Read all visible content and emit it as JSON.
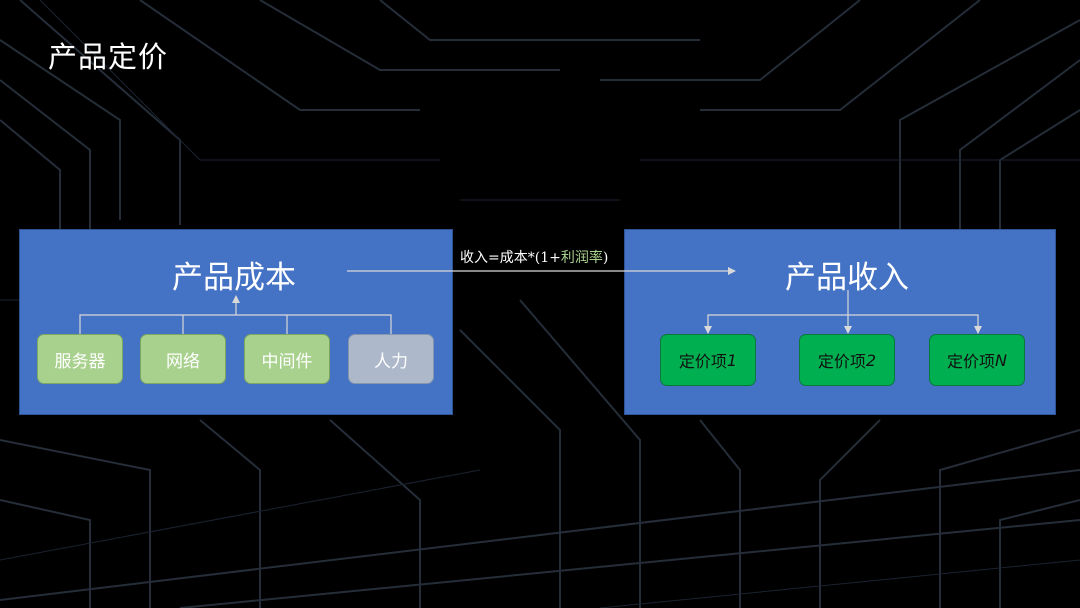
{
  "slide": {
    "title": "产品定价"
  },
  "cost": {
    "title": "产品成本",
    "items": [
      "服务器",
      "网络",
      "中间件",
      "人力"
    ]
  },
  "formula": {
    "prefix": "收入=成本*(1+",
    "highlight": "利润率",
    "suffix": ")"
  },
  "revenue": {
    "title": "产品收入",
    "items": [
      {
        "label": "定价项",
        "suffix": "1"
      },
      {
        "label": "定价项",
        "suffix": "2"
      },
      {
        "label": "定价项",
        "suffix": "N"
      }
    ]
  },
  "colors": {
    "panel": "#4472c4",
    "chip_green": "#a9d18e",
    "chip_gray": "#adb9ca",
    "chip_dark_green": "#00b050",
    "formula_highlight": "#a9d18e"
  }
}
